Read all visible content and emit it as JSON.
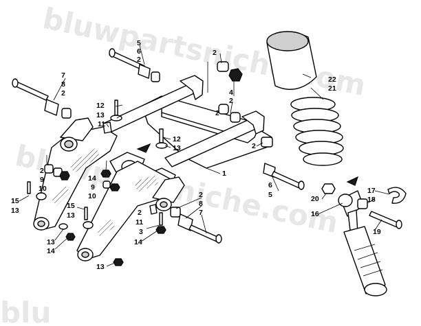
{
  "watermark": {
    "text_upper": "bluwpartsniche.com",
    "text_lower": "bluwpartsniche.com",
    "text_bottom": "blu"
  },
  "callouts": {
    "c1": "1",
    "c2_a": "2",
    "c2_b": "2",
    "c2_c": "2",
    "c2_d": "2",
    "c2_e": "2",
    "c2_f": "2",
    "c2_g": "2",
    "c2_h": "2",
    "c2_i": "2",
    "c3": "3",
    "c4": "4",
    "c5_a": "5",
    "c5_b": "5",
    "c6_a": "6",
    "c6_b": "6",
    "c7_a": "7",
    "c7_b": "7",
    "c8_a": "8",
    "c8_b": "8",
    "c9_a": "9",
    "c9_b": "9",
    "c10_a": "10",
    "c10_b": "10",
    "c11_a": "11",
    "c11_b": "11",
    "c12_a": "12",
    "c12_b": "12",
    "c13_a": "13",
    "c13_b": "13",
    "c13_c": "13",
    "c13_d": "13",
    "c13_e": "13",
    "c14_a": "14",
    "c14_b": "14",
    "c14_c": "14",
    "c15_a": "15",
    "c15_b": "15",
    "c16": "16",
    "c17": "17",
    "c18": "18",
    "c19": "19",
    "c20": "20",
    "c21": "21",
    "c22": "22"
  }
}
